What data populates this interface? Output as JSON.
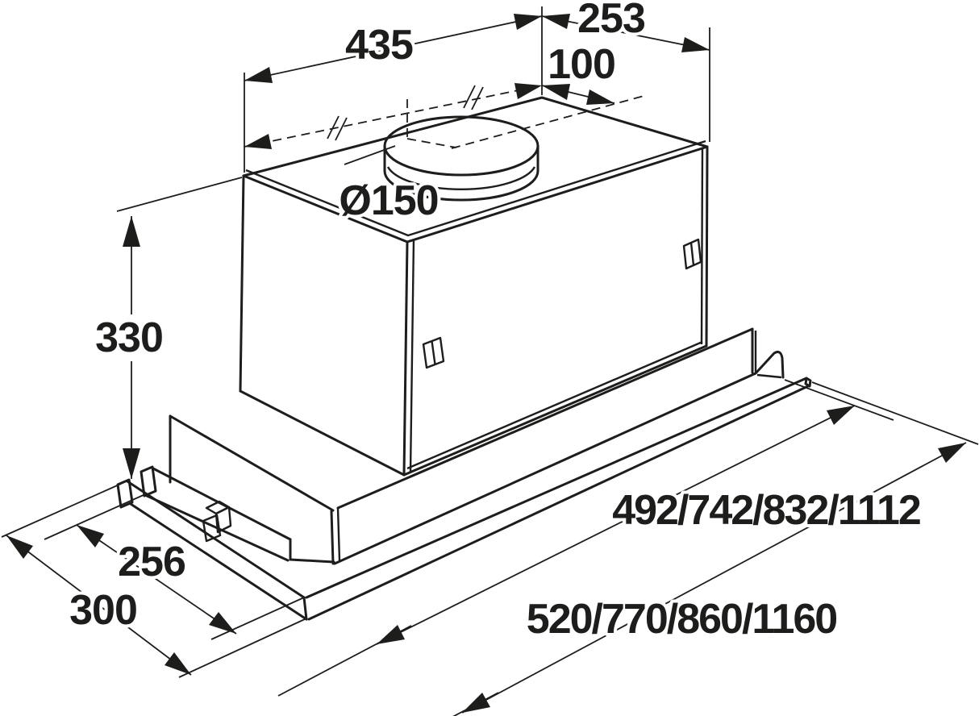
{
  "drawing": {
    "title": "built-in telescopic cooker hood dimension drawing",
    "units": "mm",
    "colors": {
      "line": "#1d1d1b",
      "background": "#ffffff"
    },
    "dimensions": {
      "body_width": "435",
      "body_depth": "253",
      "duct_offset": "100",
      "duct_diameter": "Ø150",
      "body_height": "330",
      "pullout_depth": "256",
      "bottom_depth": "300",
      "recess_widths": "492/742/832/1112",
      "overall_widths": "520/770/860/1160"
    }
  }
}
